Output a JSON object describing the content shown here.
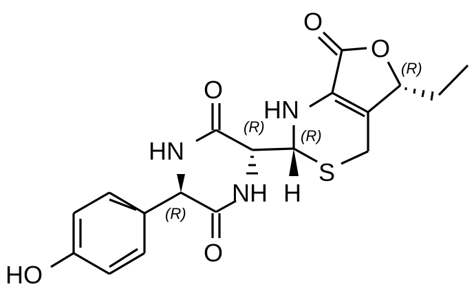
{
  "diagram": {
    "type": "chemical-structure",
    "atom_labels": {
      "o_dkp_top": "O",
      "hn_dkp": "HN",
      "nh_dkp": "NH",
      "h_spiro": "H",
      "o_dkp_bottom": "O",
      "hn_thiazine": "HN",
      "s_thiazine": "S",
      "o_lactone_exo": "O",
      "o_lactone_ring": "O",
      "ho_phenol": "HO"
    },
    "stereo_labels": {
      "dkp_upper": "(R)",
      "spiro": "(R)",
      "dkp_lower": "(R)",
      "lactone": "(R)"
    },
    "colors": {
      "ink": "#000000",
      "background": "#ffffff"
    }
  }
}
